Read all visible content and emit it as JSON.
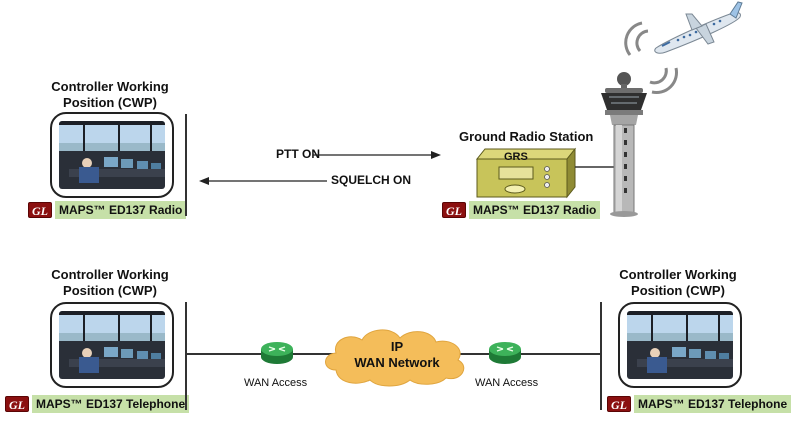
{
  "top_section": {
    "cwp_title_line1": "Controller Working",
    "cwp_title_line2": "Position (CWP)",
    "cwp_badge": "MAPS™ ED137 Radio",
    "ptt_label": "PTT ON",
    "squelch_label": "SQUELCH ON",
    "grs_title": "Ground Radio Station",
    "grs_device_label": "GRS",
    "grs_badge": "MAPS™ ED137 Radio"
  },
  "bottom_section": {
    "left_cwp_title_line1": "Controller Working",
    "left_cwp_title_line2": "Position (CWP)",
    "left_badge": "MAPS™ ED137 Telephone",
    "right_cwp_title_line1": "Controller Working",
    "right_cwp_title_line2": "Position (CWP)",
    "right_badge": "MAPS™ ED137 Telephone",
    "left_router_label": "WAN Access",
    "right_router_label": "WAN Access",
    "cloud_line1": "IP",
    "cloud_line2": "WAN Network"
  },
  "logo_text": "GL",
  "colors": {
    "badge_bg": "#c6e0a8",
    "logo_bg": "#8b1010",
    "grs_body": "#c8c45a",
    "cloud": "#f4bd5a",
    "router": "#2e9e4a"
  },
  "icons": [
    "airplane-icon",
    "control-tower-icon",
    "radio-signal-icon",
    "router-icon",
    "cloud-icon"
  ]
}
